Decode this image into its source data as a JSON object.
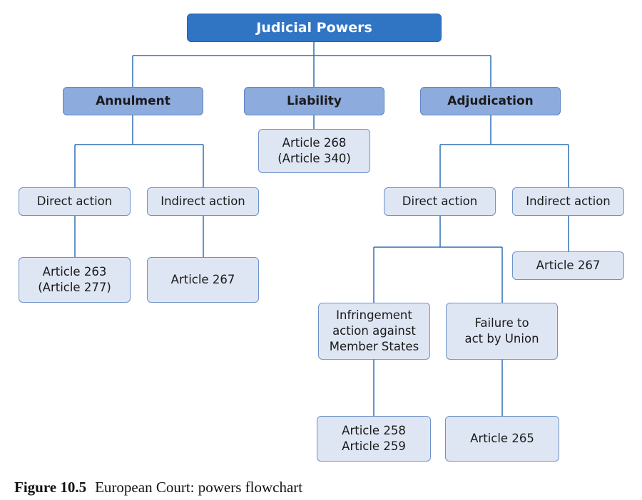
{
  "diagram": {
    "root": {
      "label": "Judicial Powers"
    },
    "annulment": {
      "label": "Annulment",
      "direct": {
        "label": "Direct action",
        "article": "Article 263\n(Article 277)"
      },
      "indirect": {
        "label": "Indirect action",
        "article": "Article 267"
      }
    },
    "liability": {
      "label": "Liability",
      "article": "Article 268\n(Article 340)"
    },
    "adjudication": {
      "label": "Adjudication",
      "direct": {
        "label": "Direct action",
        "infringement": {
          "label": "Infringement\naction against\nMember States",
          "article": "Article 258\nArticle 259"
        },
        "failure": {
          "label": "Failure to\nact by Union",
          "article": "Article 265"
        }
      },
      "indirect": {
        "label": "Indirect action",
        "article": "Article 267"
      }
    },
    "colors": {
      "root_fill": "#2f75c4",
      "category_fill": "#8eabde",
      "node_fill": "#dfe6f3",
      "connector": "#2f6fb5"
    }
  },
  "caption": {
    "number": "Figure 10.5",
    "text": "European Court: powers flowchart"
  }
}
